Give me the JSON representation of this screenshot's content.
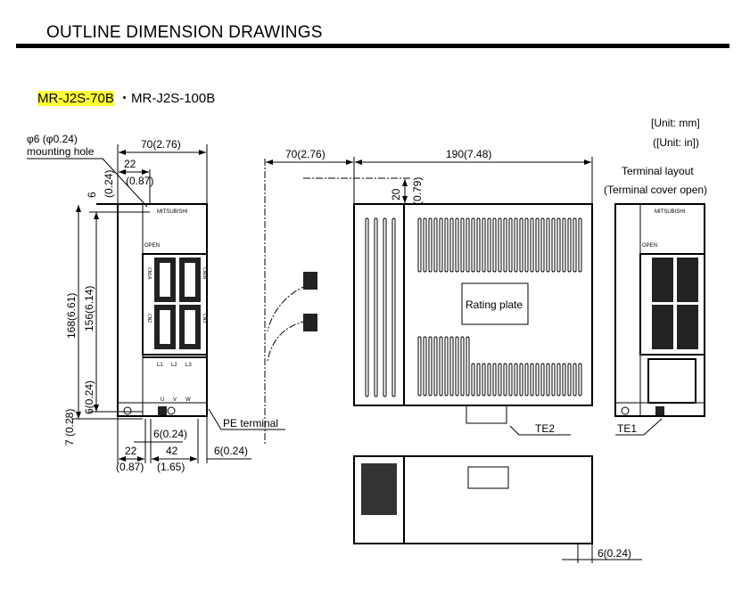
{
  "header": {
    "title": "OUTLINE DIMENSION DRAWINGS"
  },
  "models": {
    "highlighted": "MR-J2S-70B",
    "separator": "・",
    "other": "MR-J2S-100B",
    "highlight_color": "#ffff33"
  },
  "units": {
    "mm": "[Unit: mm]",
    "in": "([Unit: in])"
  },
  "front_view": {
    "hole_label": "φ6 (φ0.24)",
    "hole_label2": "mounting hole",
    "width": "70(2.76)",
    "hole_offset": "22",
    "hole_offset_in": "(0.87)",
    "top_gap": "6",
    "top_gap_in": "(0.24)",
    "height_total": "168(6.61)",
    "height_holes": "156(6.14)",
    "bottom_gap": "6(0.24)",
    "bottom_edge": "7 (0.28)",
    "brand": "MITSUBISHI",
    "open": "OPEN",
    "connectors": [
      "CN1A",
      "CN1B",
      "CN2",
      "CN3"
    ],
    "power_terminals": [
      "L1",
      "L2",
      "L3"
    ],
    "motor_terminals": [
      "U",
      "V",
      "W"
    ],
    "pe_label": "PE terminal",
    "dim_pe": "6(0.24)",
    "dim_left": "22",
    "dim_left_in": "(0.87)",
    "dim_mid": "42",
    "dim_mid_in": "(1.65)",
    "dim_right": "6(0.24)"
  },
  "side_view": {
    "cable_depth": "70(2.76)",
    "depth": "190(7.48)",
    "top_clear": "20",
    "top_clear_in": "(0.79)",
    "rating_plate": "Rating plate",
    "te2": "TE2"
  },
  "terminal_view": {
    "title": "Terminal layout",
    "subtitle": "(Terminal cover open)",
    "te1": "TE1",
    "brand": "MITSUBISHI",
    "open": "OPEN"
  },
  "bottom_view": {
    "dim": "6(0.24)"
  }
}
